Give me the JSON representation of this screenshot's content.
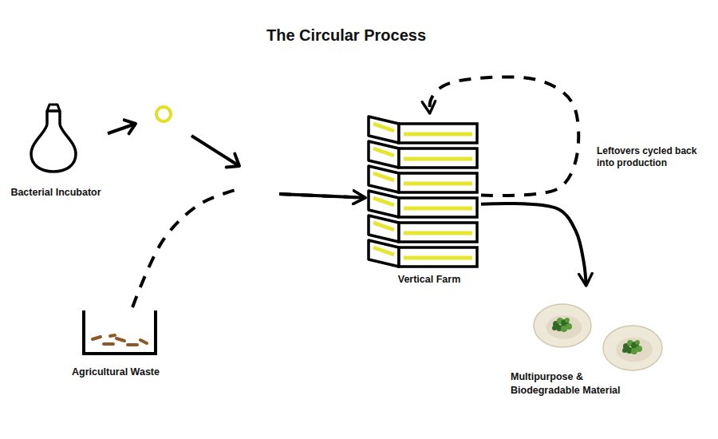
{
  "diagram": {
    "title": "The Circular Process",
    "nodes": [
      {
        "text": [
          "Bacterial Incubator"
        ]
      },
      {
        "text": [
          "Agricultural Waste"
        ]
      },
      {
        "text": [
          "Vertical Farm"
        ]
      },
      {
        "text": [
          "Multipurpose & Biodegradable Material"
        ]
      }
    ],
    "edges": [
      {
        "from": 0,
        "to": 2,
        "arrow": "to"
      },
      {
        "from": 1,
        "to": 2,
        "arrow": "to"
      },
      {
        "from": 2,
        "to": 3,
        "arrow": "to"
      },
      {
        "from": 2,
        "to": 2,
        "label": "Leftovers cycled back into production",
        "arrow": "to"
      }
    ]
  }
}
